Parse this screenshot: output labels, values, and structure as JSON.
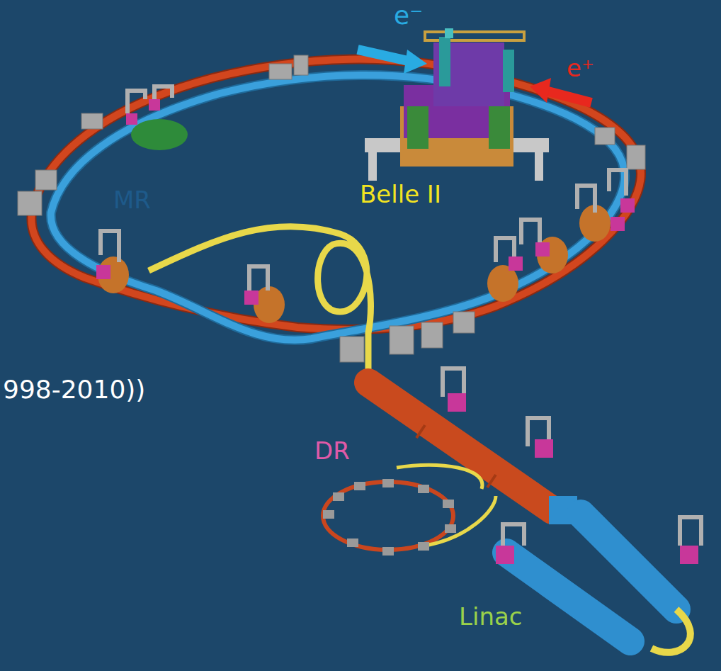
{
  "diagram": {
    "labels": [
      "e⁻",
      "e⁺",
      "Belle II",
      "MR",
      "998-2010))",
      "DR",
      "Linac"
    ]
  }
}
